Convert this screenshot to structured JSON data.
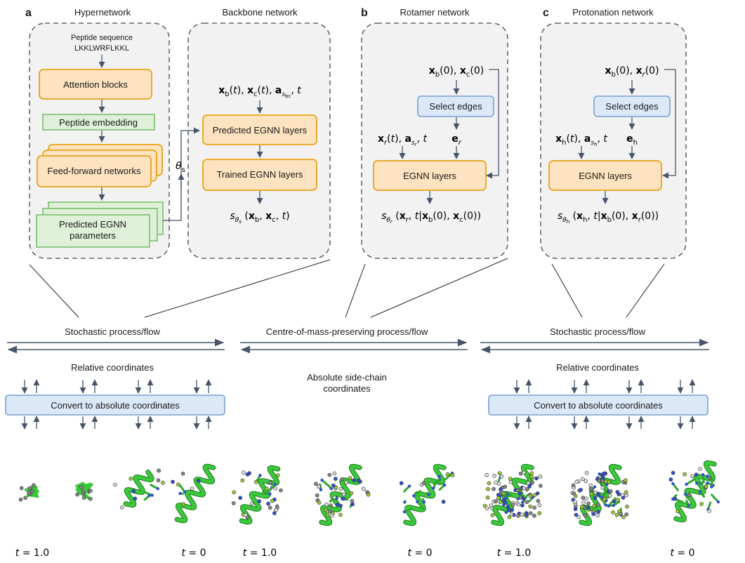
{
  "panels": {
    "a": {
      "letter": "a",
      "hypernetwork": {
        "title": "Hypernetwork",
        "input_label": "Peptide sequence",
        "sequence": "LKKLWRFLKKL",
        "attention": "Attention blocks",
        "embedding": "Peptide embedding",
        "feedforward": "Feed-forward networks",
        "predicted_params_1": "Predicted EGNN",
        "predicted_params_2": "parameters"
      },
      "theta": "θ",
      "theta_sub": "s",
      "backbone": {
        "title": "Backbone network",
        "predicted_layers": "Predicted EGNN layers",
        "trained_layers": "Trained EGNN layers"
      }
    },
    "b": {
      "letter": "b",
      "title": "Rotamer network",
      "select_edges": "Select edges",
      "egnn": "EGNN layers"
    },
    "c": {
      "letter": "c",
      "title": "Protonation network",
      "select_edges": "Select edges",
      "egnn": "EGNN layers"
    }
  },
  "processes": {
    "left": "Stochastic process/flow",
    "middle": "Centre-of-mass-preserving process/flow",
    "right": "Stochastic process/flow"
  },
  "coords": {
    "left_relative": "Relative coordinates",
    "left_convert": "Convert to absolute coordinates",
    "middle_1": "Absolute side-chain",
    "middle_2": "coordinates",
    "right_relative": "Relative coordinates",
    "right_convert": "Convert to absolute coordinates"
  },
  "time_labels": {
    "t": "t",
    "eq_one": " = 1.0",
    "eq_zero": " = 0"
  },
  "colors": {
    "orange_fill": "#fde3bf",
    "orange_stroke": "#e8a317",
    "green_fill": "#dff0d8",
    "green_stroke": "#7cbf6e",
    "blue_fill": "#dbe8f8",
    "blue_stroke": "#7a9fd1",
    "panel_fill": "#f2f2f2",
    "panel_stroke": "#666666",
    "arrow": "#45546a",
    "helix": "#3cc83c"
  }
}
